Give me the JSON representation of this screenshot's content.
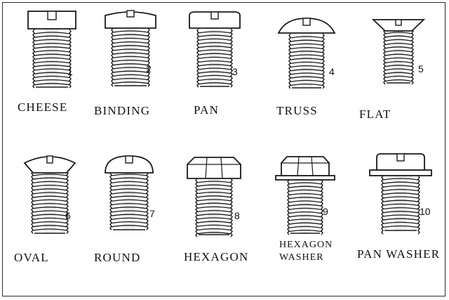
{
  "screws": [
    {
      "number": "1",
      "name": "CHEESE",
      "head": "cheese"
    },
    {
      "number": "2",
      "name": "BINDING",
      "head": "binding"
    },
    {
      "number": "3",
      "name": "PAN",
      "head": "pan"
    },
    {
      "number": "4",
      "name": "TRUSS",
      "head": "truss"
    },
    {
      "number": "5",
      "name": "FLAT",
      "head": "flat"
    },
    {
      "number": "6",
      "name": "OVAL",
      "head": "oval"
    },
    {
      "number": "7",
      "name": "ROUND",
      "head": "round"
    },
    {
      "number": "8",
      "name": "HEXAGON",
      "head": "hexagon"
    },
    {
      "number": "9",
      "name_lines": [
        "HEXAGON",
        "WASHER"
      ],
      "head": "hexwasher"
    },
    {
      "number": "10",
      "name": "PAN WASHER",
      "head": "panwasher"
    }
  ],
  "colors": {
    "ink": "#1a1a1a",
    "shade": "#9a9a9a",
    "background": "#ffffff"
  }
}
